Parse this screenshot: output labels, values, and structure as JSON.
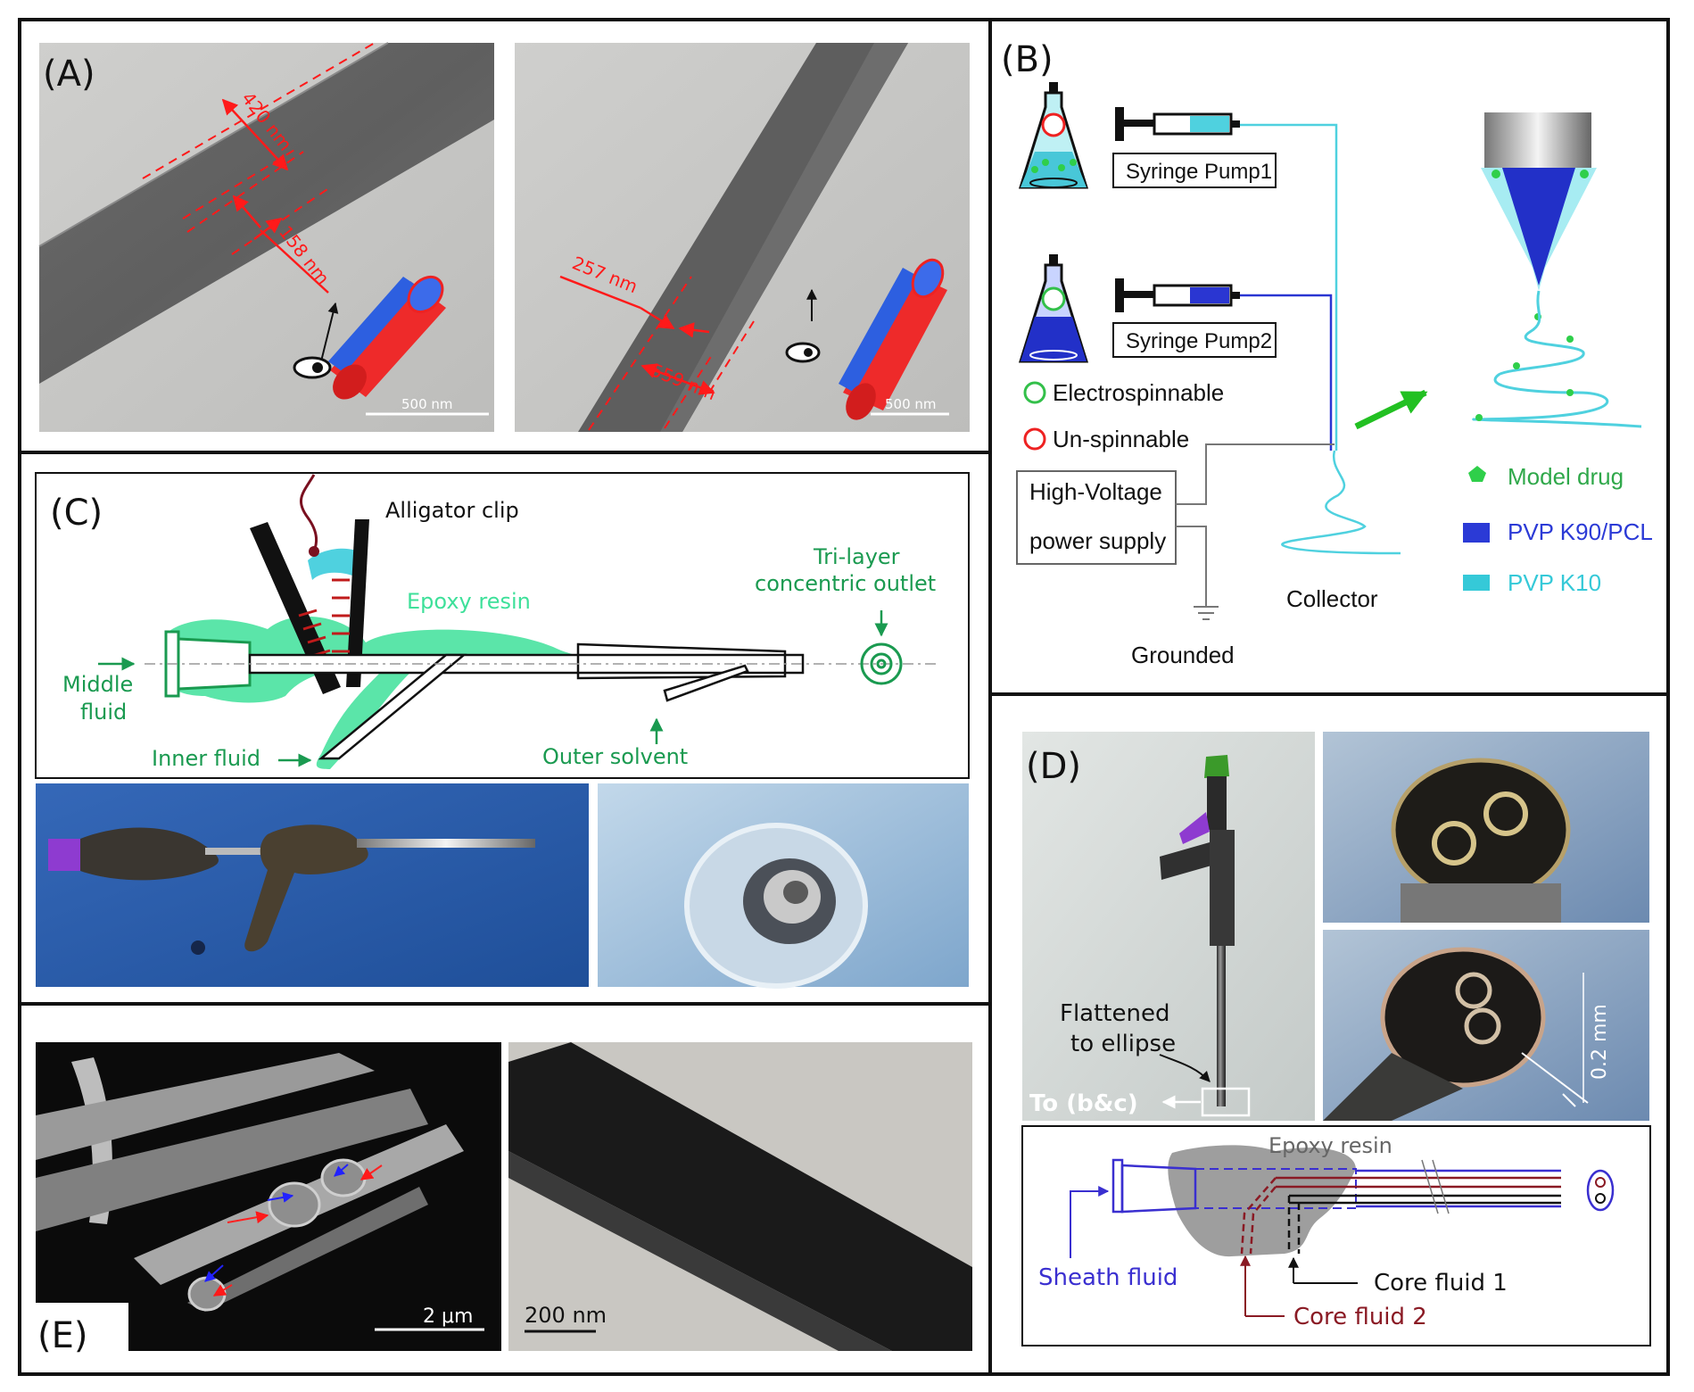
{
  "panels": {
    "a": {
      "label": "(A)",
      "left": {
        "m1": "420 nm",
        "m2": "158 nm",
        "scale": "500 nm"
      },
      "right": {
        "m1": "257 nm",
        "m2": "559 nm",
        "scale": "500 nm"
      }
    },
    "b": {
      "label": "(B)",
      "pump1": "Syringe Pump1",
      "pump2": "Syringe Pump2",
      "legend_spinnable": "Electrospinnable",
      "legend_unspinnable": "Un-spinnable",
      "hv_line1": "High-Voltage",
      "hv_line2": "power supply",
      "collector": "Collector",
      "grounded": "Grounded",
      "legend_drug": "Model drug",
      "legend_k90": "PVP K90/PCL",
      "legend_k10": "PVP K10"
    },
    "c": {
      "label": "(C)",
      "alligator": "Alligator clip",
      "epoxy": "Epoxy resin",
      "outlet_line1": "Tri-layer",
      "outlet_line2": "concentric outlet",
      "middle_line1": "Middle",
      "middle_line2": "fluid",
      "inner": "Inner fluid",
      "outer": "Outer solvent"
    },
    "d": {
      "label": "(D)",
      "flat_line1": "Flattened",
      "flat_line2": "to ellipse",
      "to_bc": "To (b&c)",
      "dim": "0.2 mm",
      "epoxy": "Epoxy resin",
      "sheath": "Sheath fluid",
      "core1": "Core fluid 1",
      "core2": "Core fluid 2"
    },
    "e": {
      "label": "(E)",
      "scale_left": "2 μm",
      "scale_right": "200 nm"
    }
  },
  "colors": {
    "annotation_red": "#ff1a1a",
    "green_text": "#1a9a50",
    "pvp_k90": "#2b3ad6",
    "pvp_k10": "#35c9d8",
    "drug_green": "#2fcf4a",
    "sheath_blue": "#3a2fd0",
    "core2_maroon": "#8a1a24"
  }
}
